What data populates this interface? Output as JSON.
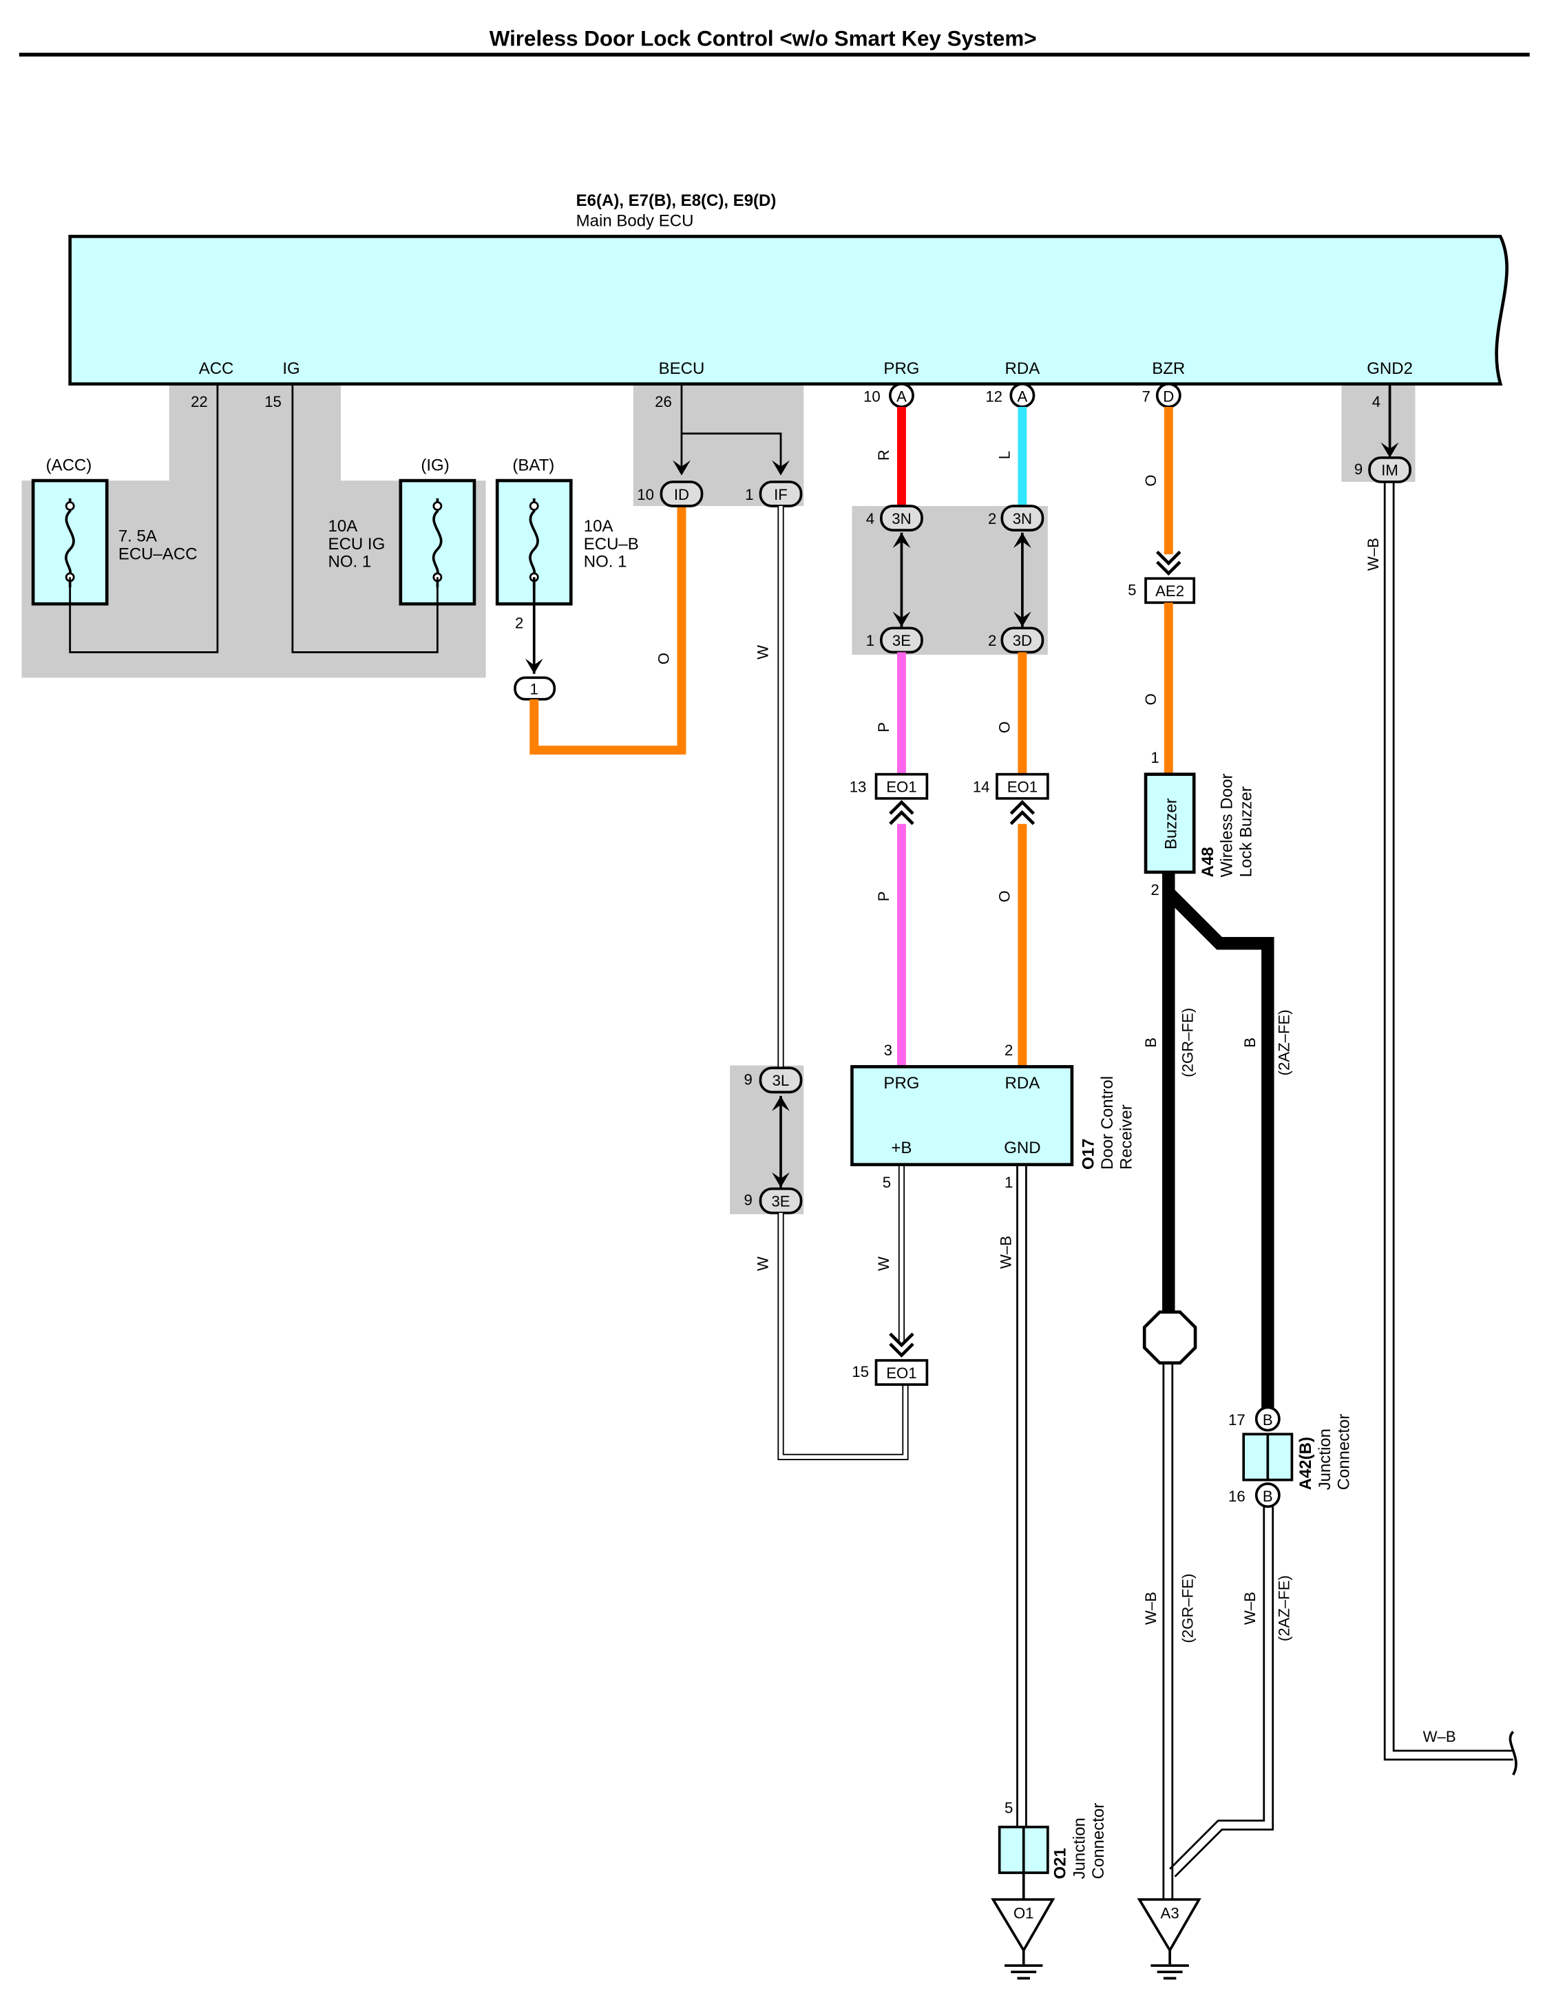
{
  "title": "Wireless Door Lock Control <w/o Smart Key System>",
  "colors": {
    "ecu_fill": "#ccffff",
    "shade": "#cccccc",
    "red": "#ff0000",
    "blue": "#33e6ff",
    "orange": "#ff8000",
    "pink": "#ff66ee",
    "black": "#000000",
    "white_wire": "#ffffff"
  },
  "ecu": {
    "code": "E6(A), E7(B), E8(C), E9(D)",
    "name": "Main Body ECU",
    "terminals": {
      "acc": "ACC",
      "ig": "IG",
      "becu": "BECU",
      "prg": "PRG",
      "rda": "RDA",
      "bzr": "BZR",
      "gnd2": "GND2"
    },
    "pins": {
      "acc": "22",
      "ig": "15",
      "becu": "26",
      "prg": "10",
      "rda": "12",
      "bzr": "7",
      "gnd2": "4"
    },
    "connectors": {
      "prg": "A",
      "rda": "A",
      "bzr": "D"
    }
  },
  "fuses": {
    "acc": {
      "group": "(ACC)",
      "rating": "7. 5A",
      "name": "ECU–ACC"
    },
    "ig": {
      "group": "(IG)",
      "rating": "10A",
      "name": "ECU IG",
      "no": "NO. 1"
    },
    "bat": {
      "group": "(BAT)",
      "rating": "10A",
      "name": "ECU–B",
      "no": "NO. 1",
      "pin": "2",
      "conn": "1"
    }
  },
  "junctions": {
    "id": {
      "pin": "10",
      "name": "ID"
    },
    "if": {
      "pin": "1",
      "name": "IF"
    },
    "n3_left": {
      "pin": "4",
      "name": "3N"
    },
    "n3_right": {
      "pin": "2",
      "name": "3N"
    },
    "e3": {
      "pin": "1",
      "name": "3E"
    },
    "d3": {
      "pin": "2",
      "name": "3D"
    },
    "im": {
      "pin": "9",
      "name": "IM"
    },
    "l3": {
      "pin": "9",
      "name": "3L"
    },
    "e3_lower": {
      "pin": "9",
      "name": "3E"
    }
  },
  "inline": {
    "ae2": {
      "pin": "5",
      "name": "AE2"
    },
    "eo1_a": {
      "pin": "13",
      "name": "EO1"
    },
    "eo1_b": {
      "pin": "14",
      "name": "EO1"
    },
    "eo1_c": {
      "pin": "15",
      "name": "EO1"
    }
  },
  "wires": {
    "R": "R",
    "L": "L",
    "O": "O",
    "P": "P",
    "W": "W",
    "B": "B",
    "WB": "W–B",
    "gr": "(2GR–FE)",
    "az": "(2AZ–FE)"
  },
  "buzzer": {
    "label": "Buzzer",
    "code": "A48",
    "name1": "Wireless Door",
    "name2": "Lock Buzzer",
    "pin1": "1",
    "pin2": "2"
  },
  "receiver": {
    "prg": "PRG",
    "rda": "RDA",
    "b": "+B",
    "gnd": "GND",
    "pin_prg": "3",
    "pin_rda": "2",
    "pin_b": "5",
    "pin_gnd": "1",
    "code": "O17",
    "name1": "Door Control",
    "name2": "Receiver"
  },
  "a42": {
    "code": "A42(B)",
    "name1": "Junction",
    "name2": "Connector",
    "pin_top": "17",
    "pin_bottom": "16",
    "conn": "B"
  },
  "o21": {
    "code": "O21",
    "name1": "Junction",
    "name2": "Connector",
    "pin": "5"
  },
  "grounds": {
    "o1": "O1",
    "a3": "A3"
  }
}
